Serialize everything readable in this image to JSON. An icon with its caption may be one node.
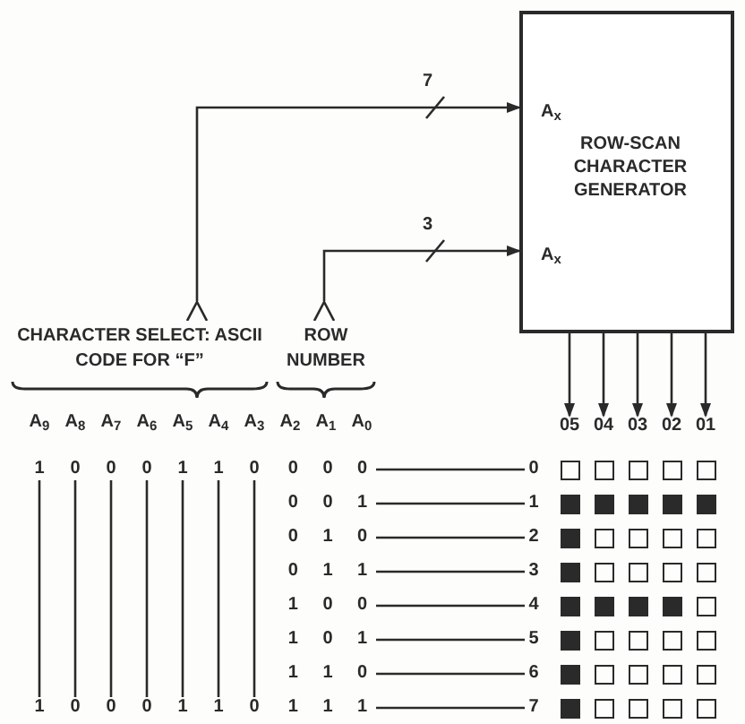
{
  "diagram": {
    "nodes": [
      {
        "text": [
          "A$_{x}$",
          "ROW-SCAN CHARACTER GENERATOR",
          "A$_{x}$"
        ]
      },
      {
        "text": [
          "CHARACTER SELECT: ASCII CODE FOR “F”"
        ]
      },
      {
        "text": [
          "ROW NUMBER"
        ]
      },
      {
        "text": [
          "05"
        ]
      },
      {
        "text": [
          "04"
        ]
      },
      {
        "text": [
          "03"
        ]
      },
      {
        "text": [
          "02"
        ]
      },
      {
        "text": [
          "01"
        ]
      },
      {
        "text": [
          "1"
        ]
      },
      {
        "text": [
          "0"
        ]
      },
      {
        "text": [
          "0"
        ]
      },
      {
        "text": [
          "0"
        ]
      },
      {
        "text": [
          "1"
        ]
      },
      {
        "text": [
          "1"
        ]
      },
      {
        "text": [
          "0"
        ]
      },
      {
        "text": [
          "0 0 0"
        ]
      },
      {
        "text": [
          "0"
        ]
      },
      {
        "text": [],
        "shape": "box"
      },
      {
        "text": [],
        "shape": "box"
      },
      {
        "text": [],
        "shape": "box"
      },
      {
        "text": [],
        "shape": "box"
      },
      {
        "text": [],
        "shape": "box"
      },
      {
        "text": [
          "0 0 1"
        ]
      },
      {
        "text": [
          "1"
        ]
      },
      {
        "text": [],
        "shape": "block"
      },
      {
        "text": [],
        "shape": "block"
      },
      {
        "text": [],
        "shape": "block"
      },
      {
        "text": [],
        "shape": "block"
      },
      {
        "text": [],
        "shape": "block"
      },
      {
        "text": [
          "0 1 0"
        ]
      },
      {
        "text": [
          "2"
        ]
      },
      {
        "text": [],
        "shape": "block"
      },
      {
        "text": [],
        "shape": "box"
      },
      {
        "text": [],
        "shape": "box"
      },
      {
        "text": [],
        "shape": "box"
      },
      {
        "text": [],
        "shape": "box"
      },
      {
        "text": [
          "0 1 1"
        ]
      },
      {
        "text": [
          "3"
        ]
      },
      {
        "text": [],
        "shape": "block"
      },
      {
        "text": [],
        "shape": "box"
      },
      {
        "text": [],
        "shape": "box"
      },
      {
        "text": [],
        "shape": "box"
      },
      {
        "text": [],
        "shape": "box"
      },
      {
        "text": [
          "1 0 0"
        ]
      },
      {
        "text": [
          "4"
        ]
      },
      {
        "text": [],
        "shape": "block"
      },
      {
        "text": [],
        "shape": "block"
      },
      {
        "text": [],
        "shape": "block"
      },
      {
        "text": [],
        "shape": "block"
      },
      {
        "text": [],
        "shape": "box"
      },
      {
        "text": [
          "1 0 1"
        ]
      },
      {
        "text": [
          "5"
        ]
      },
      {
        "text": [],
        "shape": "block"
      },
      {
        "text": [],
        "shape": "box"
      },
      {
        "text": [],
        "shape": "box"
      },
      {
        "text": [],
        "shape": "box"
      },
      {
        "text": [],
        "shape": "box"
      },
      {
        "text": [
          "1 1 0"
        ]
      },
      {
        "text": [
          "6"
        ]
      },
      {
        "text": [],
        "shape": "block"
      },
      {
        "text": [],
        "shape": "box"
      },
      {
        "text": [],
        "shape": "box"
      },
      {
        "text": [],
        "shape": "box"
      },
      {
        "text": [],
        "shape": "box"
      },
      {
        "text": [
          "1 1 1"
        ]
      },
      {
        "text": [
          "7"
        ]
      },
      {
        "text": [],
        "shape": "block"
      },
      {
        "text": [],
        "shape": "box"
      },
      {
        "text": [],
        "shape": "box"
      },
      {
        "text": [],
        "shape": "box"
      },
      {
        "text": [],
        "shape": "box"
      },
      {
        "text": [
          "1"
        ]
      },
      {
        "text": [
          "0"
        ]
      },
      {
        "text": [
          "0"
        ]
      },
      {
        "text": [
          "0"
        ]
      },
      {
        "text": [
          "1"
        ]
      },
      {
        "text": [
          "1"
        ]
      },
      {
        "text": [
          "0"
        ]
      }
    ],
    "edges": [
      {
        "from": 1,
        "to": 0,
        "arrow": "to",
        "label": "7"
      },
      {
        "from": 2,
        "to": 0,
        "arrow": "to",
        "label": "3"
      },
      {
        "from": 0,
        "to": 3,
        "arrow": "to"
      },
      {
        "from": 0,
        "to": 4,
        "arrow": "to"
      },
      {
        "from": 0,
        "to": 5,
        "arrow": "to"
      },
      {
        "from": 0,
        "to": 6,
        "arrow": "to"
      },
      {
        "from": 0,
        "to": 7,
        "arrow": "to"
      },
      {
        "from": 8,
        "to": 71,
        "arrow": "none"
      },
      {
        "from": 9,
        "to": 72,
        "arrow": "none"
      },
      {
        "from": 10,
        "to": 73,
        "arrow": "none"
      },
      {
        "from": 11,
        "to": 74,
        "arrow": "none"
      },
      {
        "from": 12,
        "to": 75,
        "arrow": "none"
      },
      {
        "from": 13,
        "to": 76,
        "arrow": "none"
      },
      {
        "from": 14,
        "to": 77,
        "arrow": "none"
      },
      {
        "from": 15,
        "to": 16,
        "arrow": "none"
      },
      {
        "from": 22,
        "to": 23,
        "arrow": "none"
      },
      {
        "from": 29,
        "to": 30,
        "arrow": "none"
      },
      {
        "from": 36,
        "to": 37,
        "arrow": "none"
      },
      {
        "from": 43,
        "to": 44,
        "arrow": "none"
      },
      {
        "from": 50,
        "to": 51,
        "arrow": "none"
      },
      {
        "from": 57,
        "to": 58,
        "arrow": "none"
      },
      {
        "from": 64,
        "to": 65,
        "arrow": "none"
      }
    ],
    "labels": [
      "A$_{9}$",
      "A$_{8}$",
      "A$_{7}$",
      "A$_{6}$",
      "A$_{5}$",
      "A$_{4}$",
      "A$_{3}$",
      "A$_{2}$",
      "A$_{1}$",
      "A$_{0}$"
    ]
  }
}
